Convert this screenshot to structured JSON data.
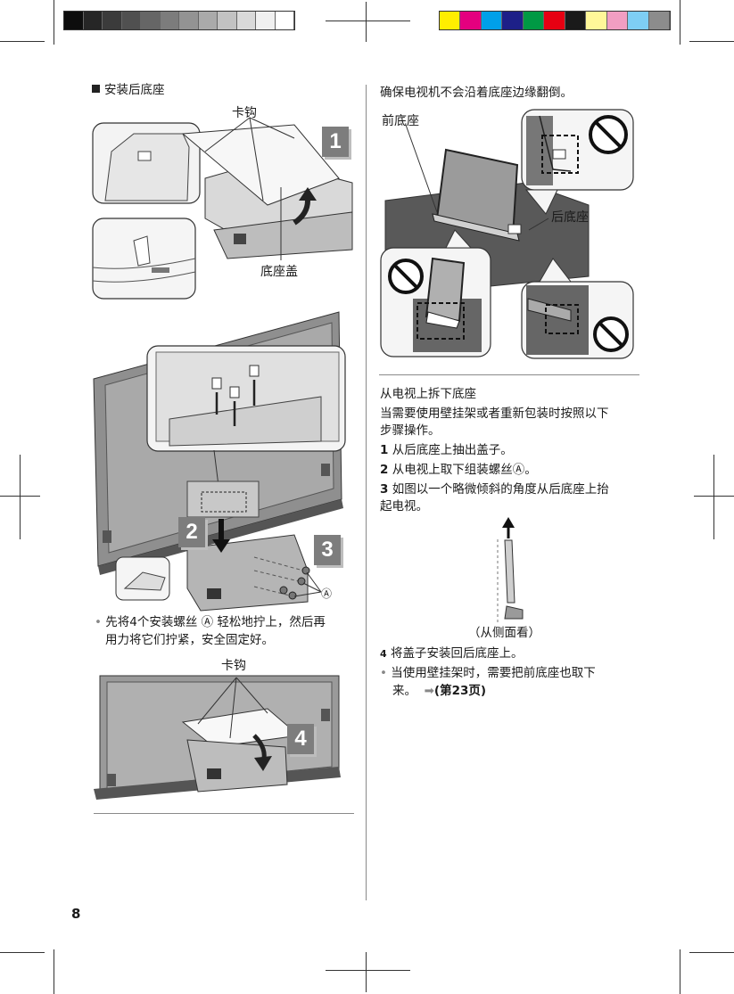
{
  "page_number": "8",
  "left": {
    "section_title": "安装后底座",
    "callout_hook_1": "卡钩",
    "callout_cover": "底座盖",
    "step1": "1",
    "step2": "2",
    "step3": "3",
    "step4": "4",
    "screw_mark": "Ⓐ",
    "bullet_line_1": "先将4个安装螺丝 Ⓐ 轻松地拧上，然后再",
    "bullet_line_2": "用力将它们拧紧，安全固定好。",
    "callout_hook_2": "卡钩"
  },
  "right": {
    "warning_title": "确保电视机不会沿着底座边缘翻倒。",
    "label_front_stand": "前底座",
    "label_rear_stand": "后底座",
    "remove_heading": "从电视上拆下底座",
    "remove_intro_1": "当需要使用壁挂架或者重新包装时按照以下",
    "remove_intro_2": "步骤操作。",
    "step1_num": "1",
    "step1_text": "从后底座上抽出盖子。",
    "step2_num": "2",
    "step2_text": "从电视上取下组装螺丝Ⓐ。",
    "step3_num": "3",
    "step3_text_1": "如图以一个略微倾斜的角度从后底座上抬",
    "step3_text_2": "起电视。",
    "side_view_caption": "（从侧面看）",
    "step4_num": "4",
    "step4_text": "将盖子安装回后底座上。",
    "bullet_1": "当使用壁挂架时，需要把前底座也取下",
    "bullet_2": "来。",
    "ref_prefix": "(第",
    "ref_page": "23",
    "ref_suffix": "页)"
  },
  "colors": {
    "gray_scale": [
      "#0d0d0d",
      "#262626",
      "#3b3b3b",
      "#505050",
      "#666666",
      "#7c7c7c",
      "#939393",
      "#aaaaaa",
      "#c2c2c2",
      "#d9d9d9",
      "#f0f0f0",
      "#ffffff"
    ],
    "color_bar": [
      "#ffee00",
      "#e4007f",
      "#00a0e9",
      "#1d2088",
      "#009944",
      "#e60012",
      "#1a1a1a",
      "#fff799",
      "#f19ec2",
      "#7ecef4",
      "#8c8c8c"
    ]
  },
  "icons": [
    "prohibition-icon",
    "arrow-up-icon",
    "arrow-down-icon",
    "curved-arrow-icon",
    "page-reference-arrow-icon"
  ]
}
